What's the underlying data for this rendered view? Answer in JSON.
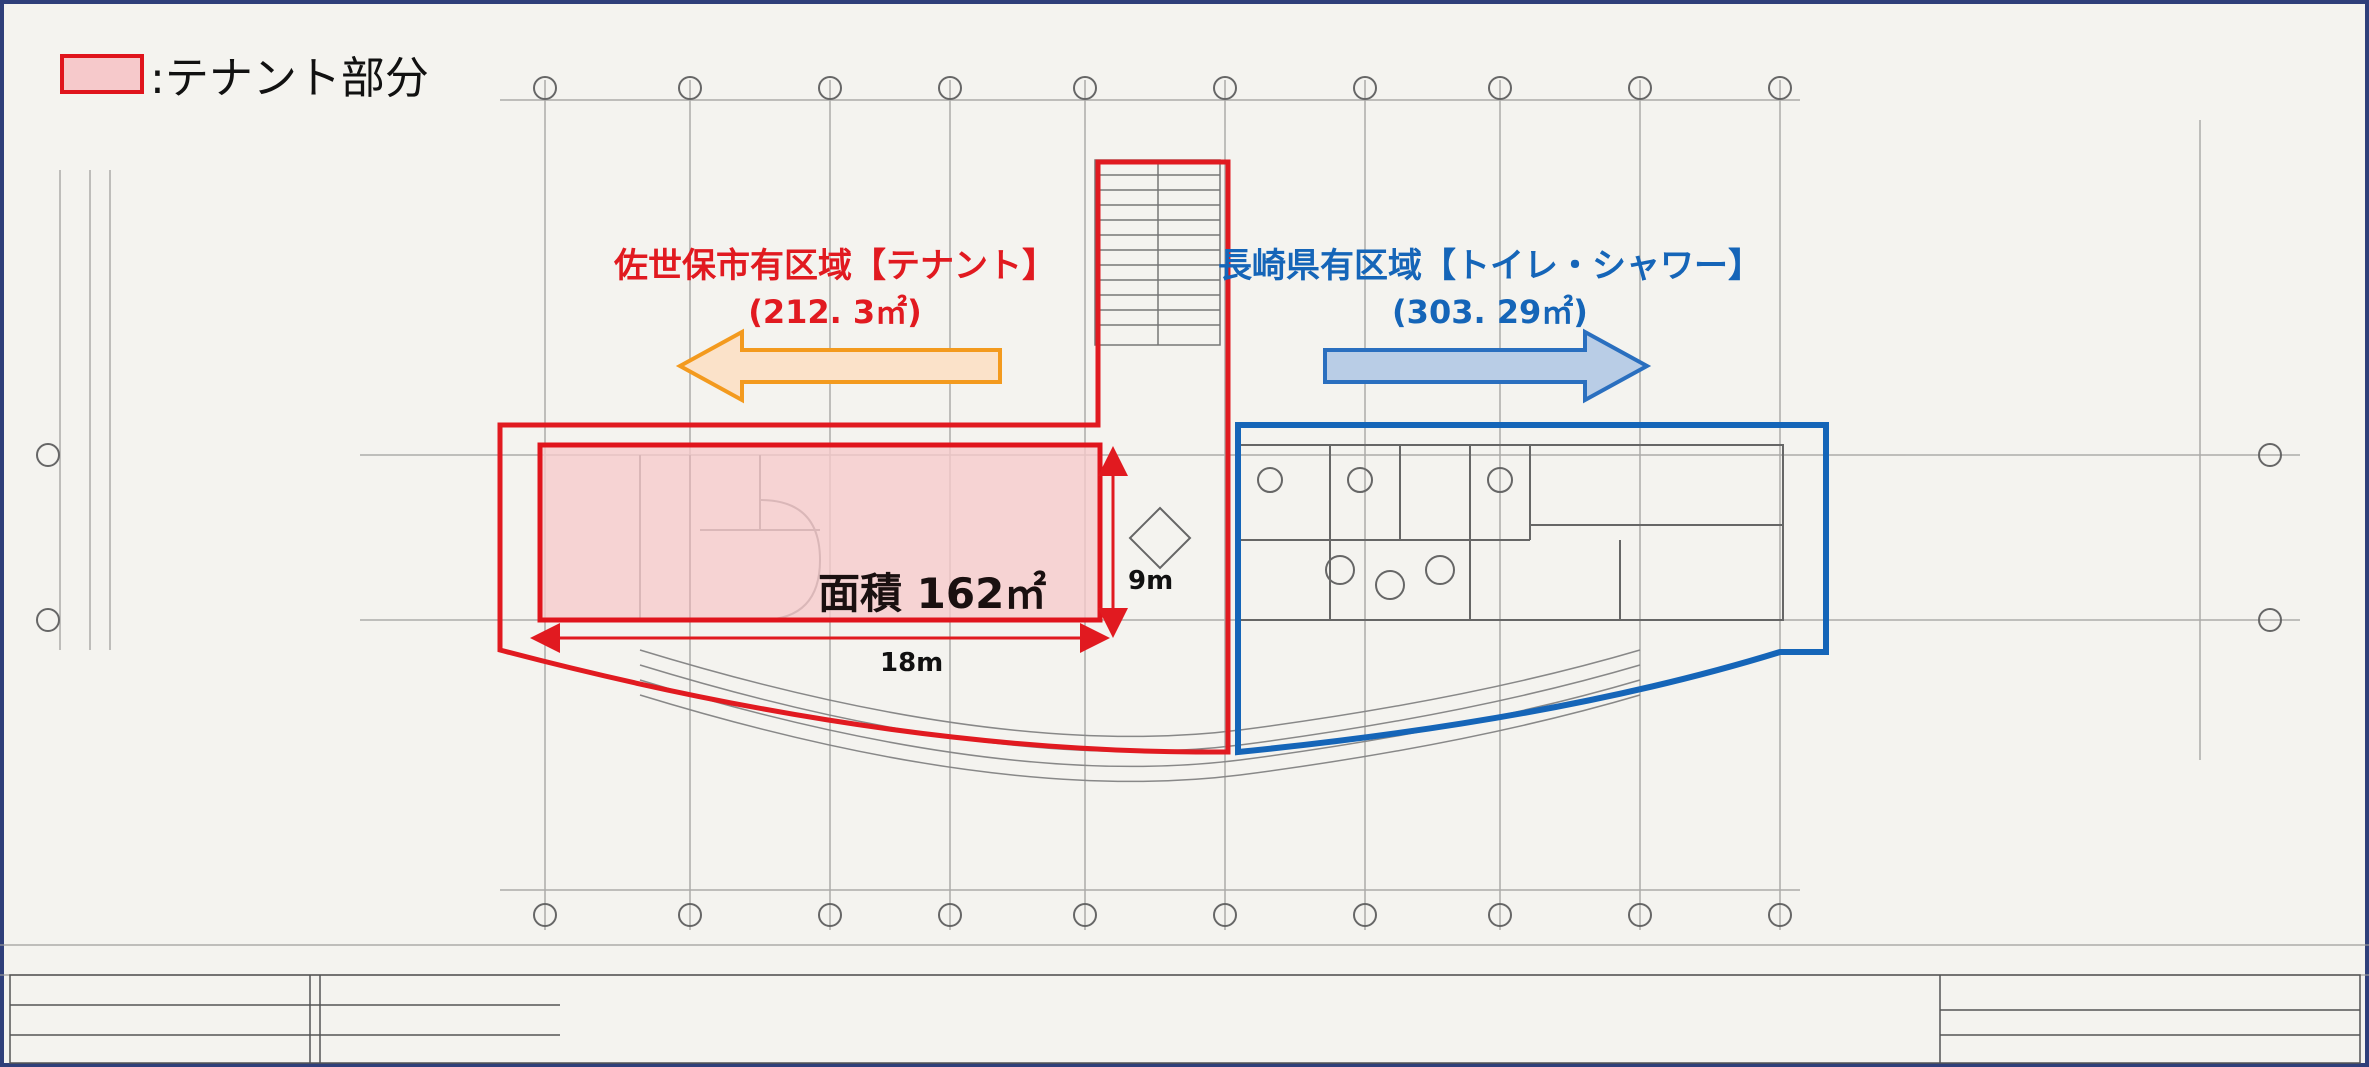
{
  "legend": {
    "label": ":テナント部分",
    "swatch_fill": "#f6c9cb",
    "swatch_border": "#e0141c"
  },
  "zones": {
    "sasebo": {
      "title": "佐世保市有区域【テナント】",
      "area": "(212. 3㎡)",
      "color": "#e11a20",
      "arrow_color": "#f39a1e"
    },
    "nagasaki": {
      "title": "長崎県有区域【トイレ・シャワー】",
      "area": "(303. 29㎡)",
      "color": "#1565b8",
      "arrow_color": "#2a6fbf"
    }
  },
  "tenant": {
    "area_label": "面積 162㎡",
    "width_label": "18m",
    "depth_label": "9m"
  }
}
